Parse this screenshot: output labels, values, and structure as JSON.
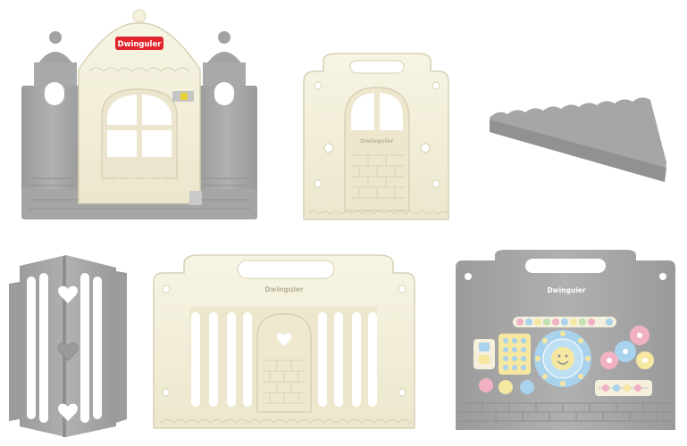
{
  "brand": {
    "castle_logo": "Dwinguler",
    "door_panel_logo": "Dwinguler",
    "wide_panel_logo": "Dwinguler",
    "activity_panel_logo": "Dwinguler"
  },
  "colors": {
    "cream": "#f4f0dc",
    "cream_shadow": "#ddd8bf",
    "gray": "#a7a7a7",
    "gray_dark": "#8f8f8f",
    "logo_red": "#e0262b",
    "knob_yellow": "#e8d23a",
    "toy_pink": "#f2b1c3",
    "toy_blue": "#a9d3ec",
    "toy_yellow": "#f6e7a1",
    "toy_green": "#bfe0b0"
  },
  "items": [
    {
      "id": "castle-gate-panel"
    },
    {
      "id": "arched-door-panel"
    },
    {
      "id": "scalloped-top-rail"
    },
    {
      "id": "corner-connector-panel"
    },
    {
      "id": "wide-window-panel"
    },
    {
      "id": "activity-play-panel"
    }
  ]
}
